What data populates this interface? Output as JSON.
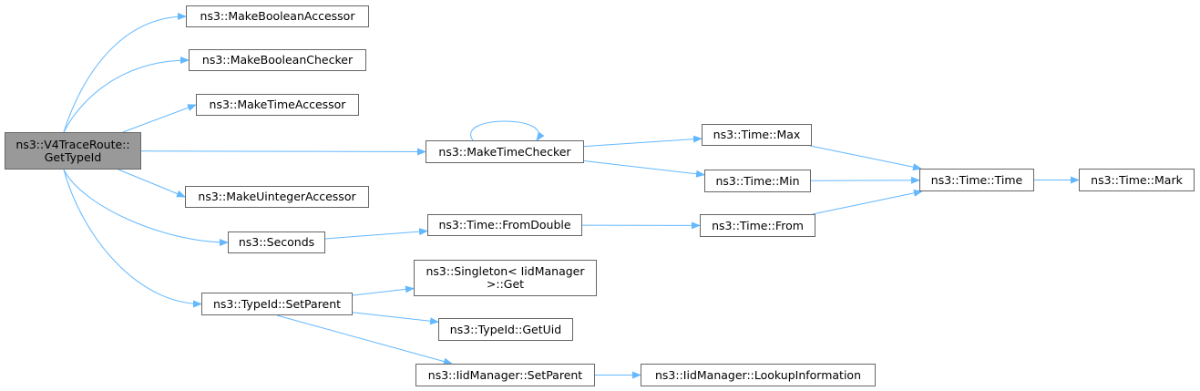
{
  "colors": {
    "edge": "#63b8ff",
    "border": "#666666",
    "root_fill": "#999999",
    "node_fill": "#ffffff"
  },
  "nodes": {
    "root": "ns3::V4TraceRoute::\nGetTypeId",
    "make_boolean_accessor": "ns3::MakeBooleanAccessor",
    "make_boolean_checker": "ns3::MakeBooleanChecker",
    "make_time_accessor": "ns3::MakeTimeAccessor",
    "make_time_checker": "ns3::MakeTimeChecker",
    "make_uinteger_accessor": "ns3::MakeUintegerAccessor",
    "seconds": "ns3::Seconds",
    "typeid_set_parent": "ns3::TypeId::SetParent",
    "time_max": "ns3::Time::Max",
    "time_min": "ns3::Time::Min",
    "time_time": "ns3::Time::Time",
    "time_mark": "ns3::Time::Mark",
    "time_from_double": "ns3::Time::FromDouble",
    "time_from": "ns3::Time::From",
    "singleton_get": "ns3::Singleton< IidManager\n>::Get",
    "typeid_get_uid": "ns3::TypeId::GetUid",
    "iidmanager_set_parent": "ns3::IidManager::SetParent",
    "iidmanager_lookup": "ns3::IidManager::LookupInformation"
  },
  "edges": [
    [
      "root",
      "make_boolean_accessor"
    ],
    [
      "root",
      "make_boolean_checker"
    ],
    [
      "root",
      "make_time_accessor"
    ],
    [
      "root",
      "make_time_checker"
    ],
    [
      "root",
      "make_uinteger_accessor"
    ],
    [
      "root",
      "seconds"
    ],
    [
      "root",
      "typeid_set_parent"
    ],
    [
      "make_time_checker",
      "make_time_checker"
    ],
    [
      "make_time_checker",
      "time_max"
    ],
    [
      "make_time_checker",
      "time_min"
    ],
    [
      "time_max",
      "time_time"
    ],
    [
      "time_min",
      "time_time"
    ],
    [
      "time_from",
      "time_time"
    ],
    [
      "time_time",
      "time_mark"
    ],
    [
      "seconds",
      "time_from_double"
    ],
    [
      "time_from_double",
      "time_from"
    ],
    [
      "typeid_set_parent",
      "singleton_get"
    ],
    [
      "typeid_set_parent",
      "typeid_get_uid"
    ],
    [
      "typeid_set_parent",
      "iidmanager_set_parent"
    ],
    [
      "iidmanager_set_parent",
      "iidmanager_lookup"
    ]
  ]
}
